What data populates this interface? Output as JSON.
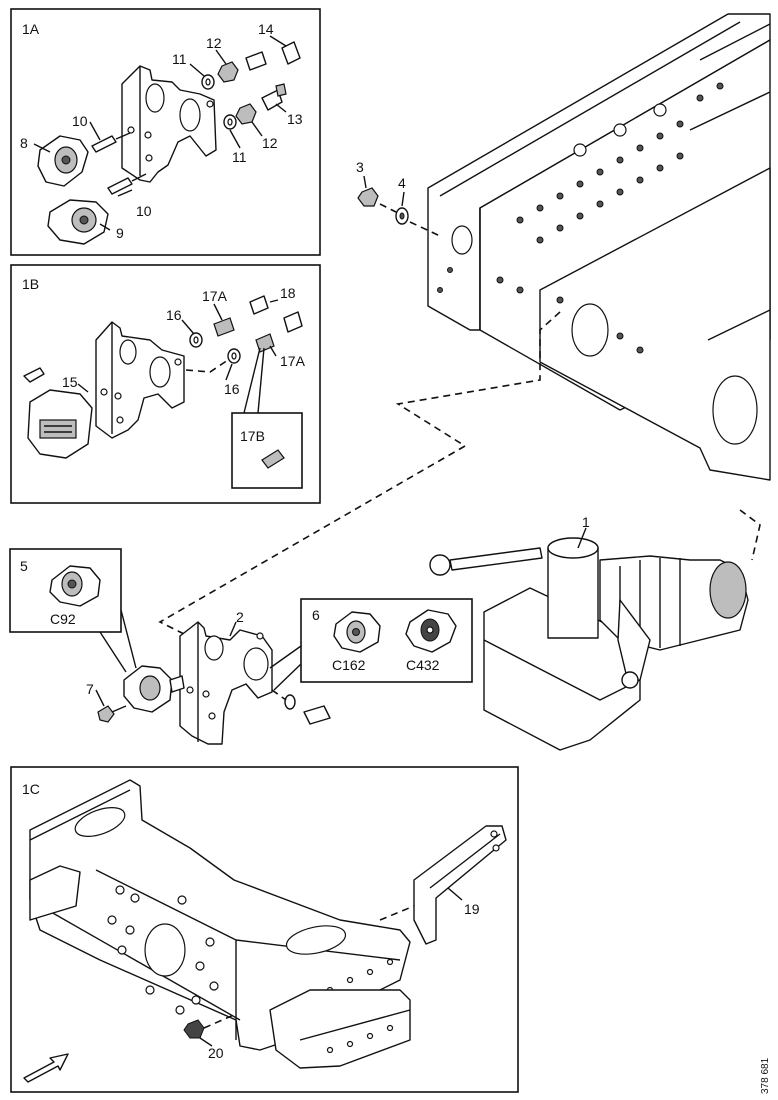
{
  "panels": {
    "p1a": "1A",
    "p1b": "1B",
    "p1c": "1C"
  },
  "callouts": {
    "c1": "1",
    "c2": "2",
    "c3": "3",
    "c4": "4",
    "c5": "5",
    "c6": "6",
    "c7": "7",
    "c8": "8",
    "c9": "9",
    "c10a": "10",
    "c10b": "10",
    "c11a": "11",
    "c11b": "11",
    "c12a": "12",
    "c12b": "12",
    "c13": "13",
    "c14": "14",
    "c15": "15",
    "c16a": "16",
    "c16b": "16",
    "c17a1": "17A",
    "c17a2": "17A",
    "c17b": "17B",
    "c18": "18",
    "c19": "19",
    "c20": "20"
  },
  "connector_labels": {
    "c92": "C92",
    "c162": "C162",
    "c432": "C432"
  },
  "figure_id": "378 681"
}
